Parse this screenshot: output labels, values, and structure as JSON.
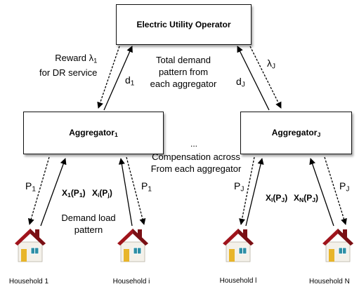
{
  "nodes": {
    "operator": "Electric Utility Operator",
    "aggregator_1": {
      "base": "Aggregator",
      "sub": "1"
    },
    "aggregator_j": {
      "base": "Aggregator",
      "sub": "J"
    }
  },
  "labels": {
    "reward_line1": "Reward λ",
    "reward_sub": "1",
    "reward_line2": "for DR service",
    "total_demand_line1": "Total demand",
    "total_demand_line2": "pattern from",
    "total_demand_line3": "each aggregator",
    "d1_base": "d",
    "d1_sub": "1",
    "lambdaJ_base": "λ",
    "lambdaJ_sub": "J",
    "dJ_base": "d",
    "dJ_sub": "J",
    "ellipsis": "...",
    "compensation_line1": "Compensation across",
    "compensation_line2": "From each aggregator",
    "demand_load_line1": "Demand load",
    "demand_load_line2": "pattern",
    "P1_left_base": "P",
    "P1_left_sub": "1",
    "P1_right_base": "P",
    "P1_right_sub": "1",
    "PJ_left_base": "P",
    "PJ_left_sub": "J",
    "PJ_right_base": "P",
    "PJ_right_sub": "J",
    "x1": {
      "a": "X",
      "b": "1",
      "c": "(P",
      "d": "1",
      "e": ")"
    },
    "xi": {
      "a": "X",
      "b": "i",
      "c": "(P",
      "d": "j",
      "e": ")"
    },
    "xl": {
      "a": "X",
      "b": "l",
      "c": "(P",
      "d": "J",
      "e": ")"
    },
    "xn": {
      "a": "X",
      "b": "N",
      "c": "(P",
      "d": "J",
      "e": ")"
    }
  },
  "households": [
    {
      "label": "Household 1"
    },
    {
      "label": "Household i"
    },
    {
      "label": "Household l"
    },
    {
      "label": "Household N"
    }
  ],
  "colors": {
    "roof": "#a0141c",
    "wall": "#f4f1ea",
    "window": "#2d8fa6",
    "door": "#e8b52a",
    "chimney": "#7a1015"
  },
  "icons": {
    "house": "house-icon"
  }
}
